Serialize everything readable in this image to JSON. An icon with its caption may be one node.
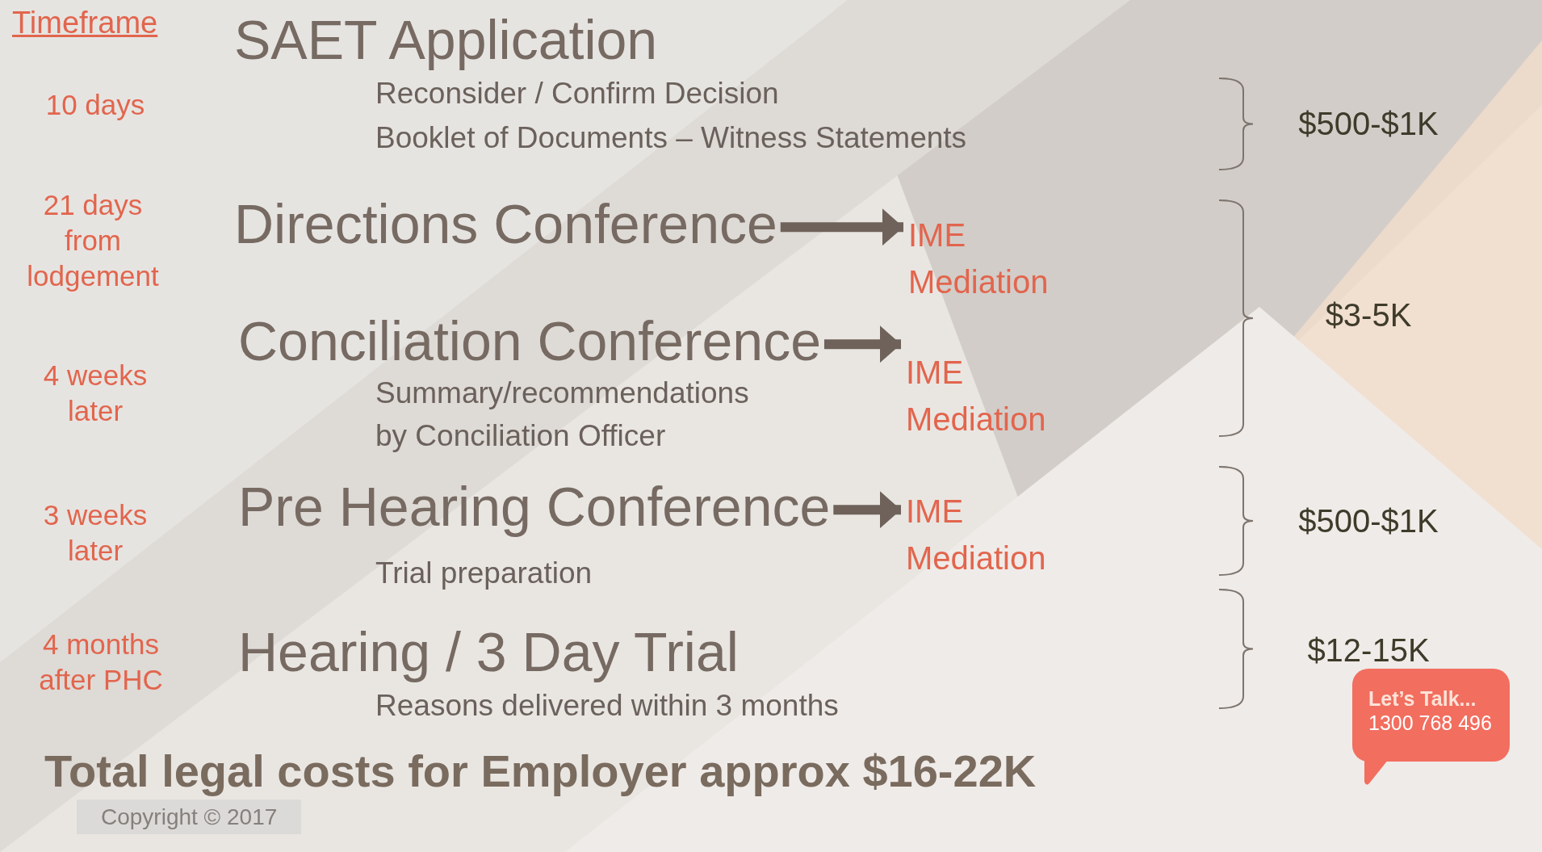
{
  "diagram": {
    "nodes": [
      {
        "text": [
          "SAET Application",
          "Reconsider / Confirm Decision",
          "Booklet of Documents – Witness Statements"
        ]
      },
      {
        "text": [
          "Directions Conference"
        ]
      },
      {
        "text": [
          "IME",
          "Mediation"
        ]
      },
      {
        "text": [
          "Conciliation Conference",
          "Summary/recommendations by Conciliation Officer"
        ]
      },
      {
        "text": [
          "IME",
          "Mediation"
        ]
      },
      {
        "text": [
          "Pre Hearing Conference",
          "Trial preparation"
        ]
      },
      {
        "text": [
          "IME",
          "Mediation"
        ]
      },
      {
        "text": [
          "Hearing / 3 Day Trial",
          "Reasons delivered within 3 months"
        ]
      }
    ],
    "edges": [
      {
        "from": 1,
        "to": 2,
        "arrow": "to"
      },
      {
        "from": 3,
        "to": 4,
        "arrow": "to"
      },
      {
        "from": 5,
        "to": 6,
        "arrow": "to"
      }
    ],
    "labels": [
      "Timeframe",
      "10 days",
      "21 days from lodgement",
      "4 weeks later",
      "3 weeks later",
      "4 months after PHC",
      "$500-$1K",
      "$3-5K",
      "$500-$1K",
      "$12-15K",
      "Total legal costs for Employer approx $16-22K",
      "Copyright © 2017",
      "Let’s Talk...",
      "1300 768 496"
    ]
  }
}
